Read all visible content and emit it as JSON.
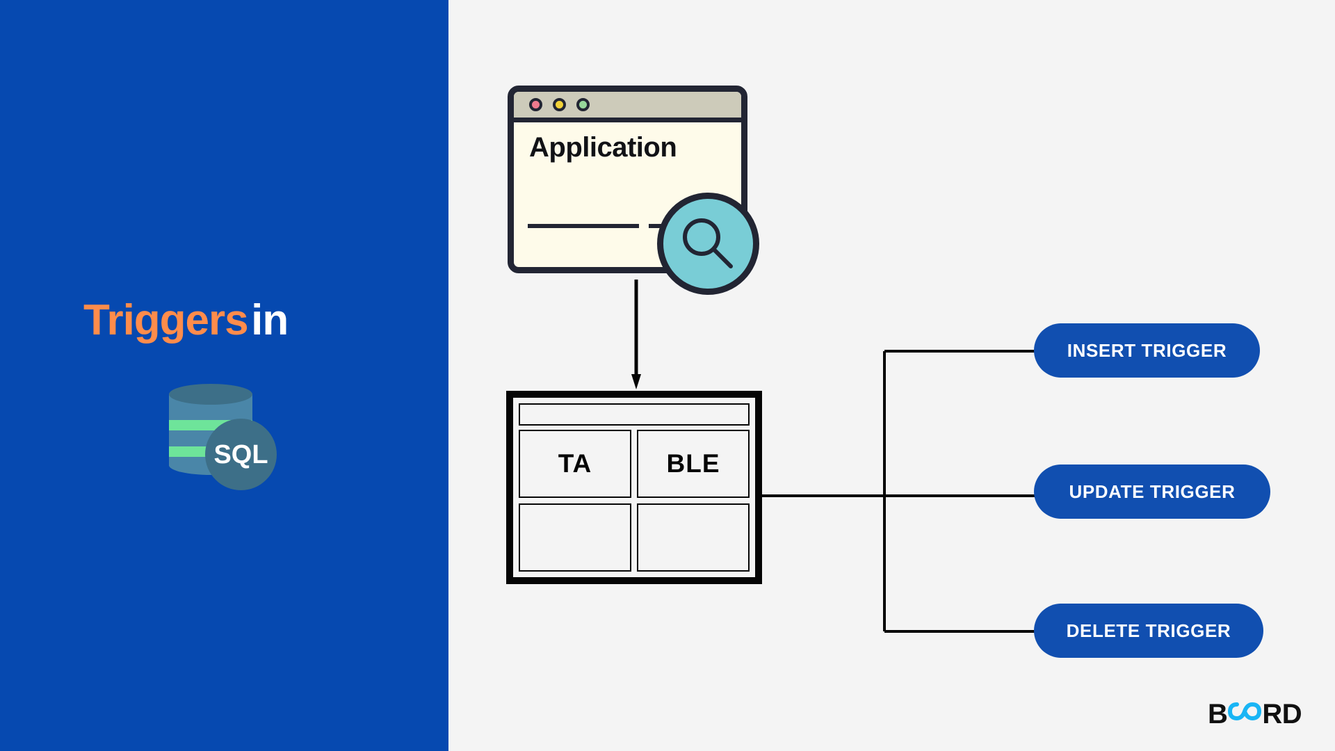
{
  "theme": {
    "panel_blue": "#0649b0",
    "accent_orange": "#ff8c4b",
    "canvas_bg": "#f4f4f4",
    "pill_blue": "#114fb0",
    "ink": "#222533",
    "window_cream": "#fefbea",
    "titlebar_beige": "#cdcbba",
    "magnifier_teal": "#79cdd6",
    "db_body": "#4a86a8",
    "db_top": "#3d6f88",
    "db_stripe": "#6ee49a",
    "logo_cyan": "#19b5f5"
  },
  "left_panel": {
    "title_main": "Triggers",
    "title_sub": "in",
    "db_icon": {
      "name": "sql-database-icon",
      "badge_label": "SQL"
    }
  },
  "diagram": {
    "app_window": {
      "title": "Application",
      "traffic_lights": [
        {
          "name": "close-dot",
          "color": "#ee7a8e"
        },
        {
          "name": "minimize-dot",
          "color": "#f2d239"
        },
        {
          "name": "maximize-dot",
          "color": "#97d79a"
        }
      ],
      "magnifier_icon": "search-magnifier-icon"
    },
    "flow_arrow": "arrow-down-icon",
    "table": {
      "cells": [
        "TA",
        "BLE",
        "",
        ""
      ]
    },
    "triggers": [
      {
        "label": "INSERT TRIGGER"
      },
      {
        "label": "UPDATE TRIGGER"
      },
      {
        "label": "DELETE TRIGGER"
      }
    ]
  },
  "logo": {
    "prefix": "B",
    "suffix": "RD",
    "symbol": "infinity-icon"
  }
}
